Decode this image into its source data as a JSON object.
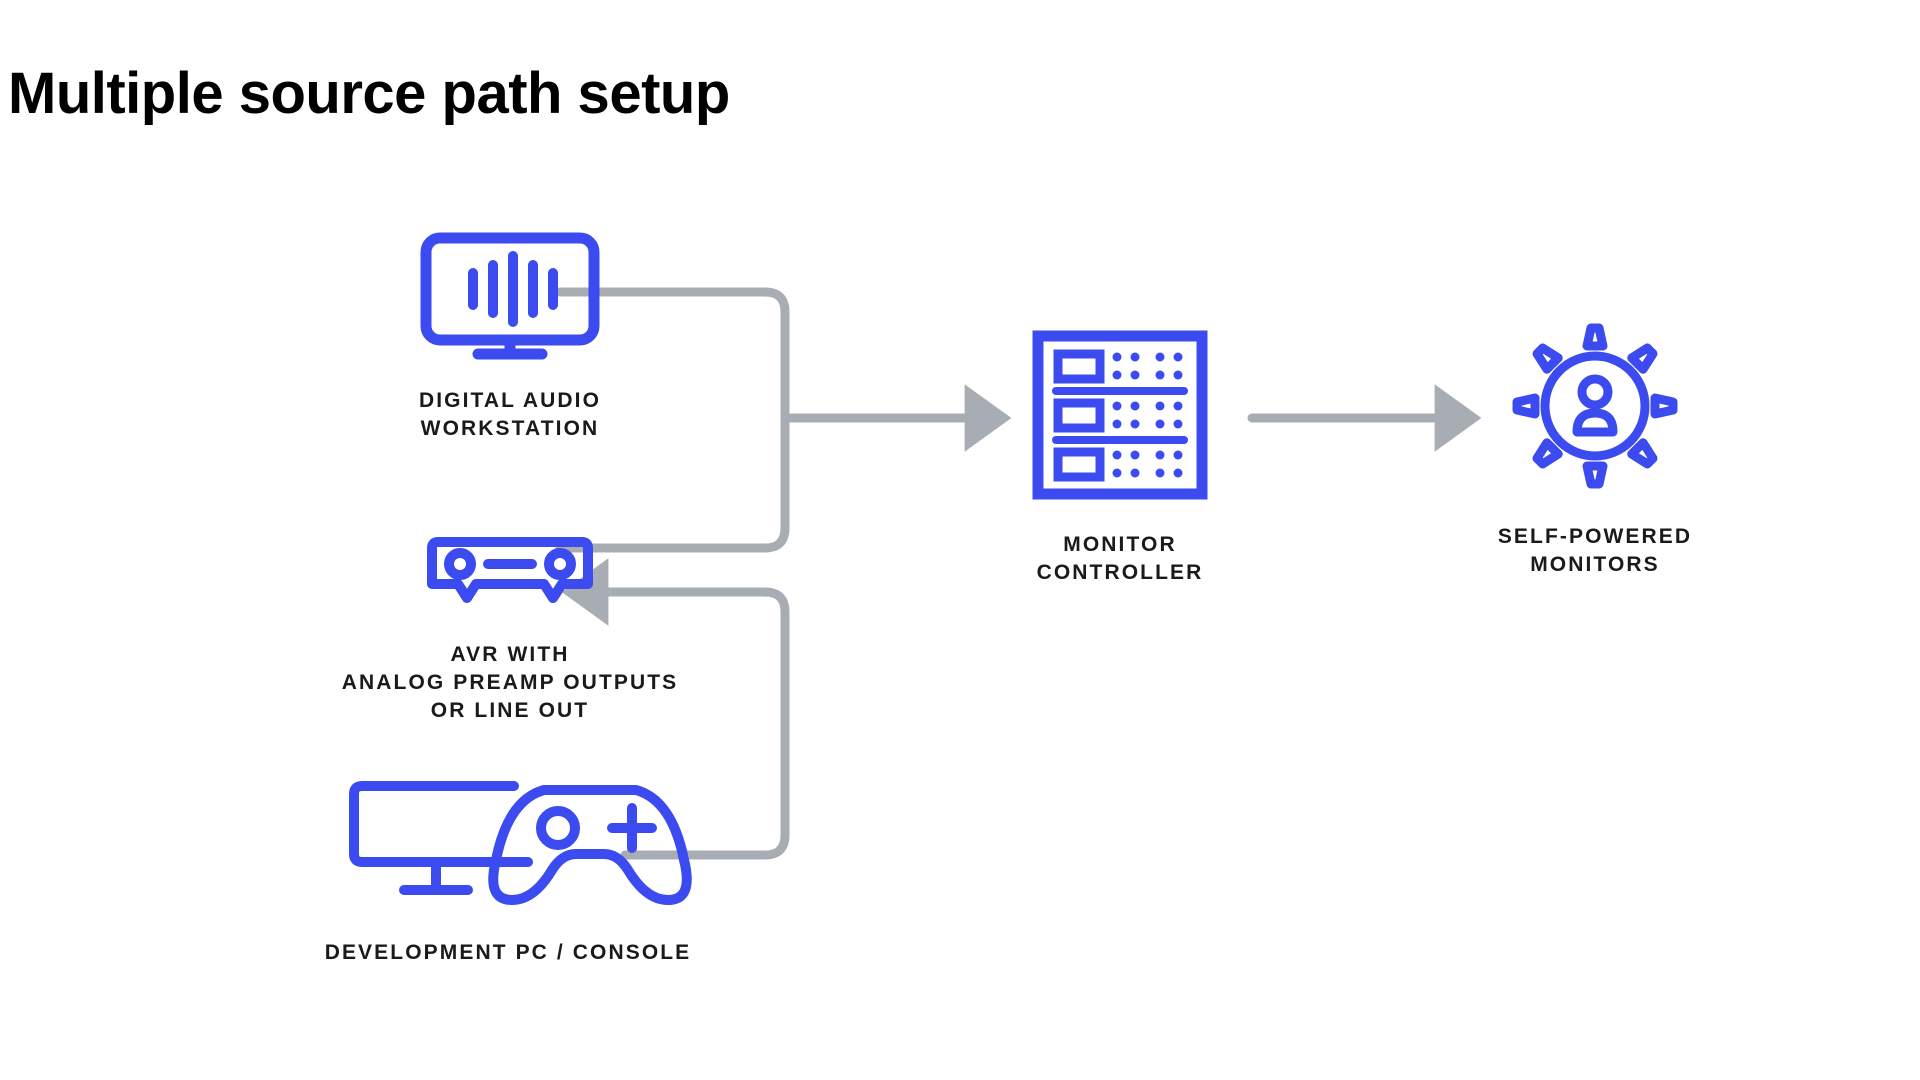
{
  "page": {
    "title": "Multiple source path setup",
    "background_color": "#ffffff"
  },
  "colors": {
    "icon_blue": "#3B4BF0",
    "connector_gray": "#A8ACB3",
    "text_black": "#1a1a1a",
    "title_black": "#000000"
  },
  "nodes": [
    {
      "id": "daw",
      "label": "DIGITAL AUDIO\nWORKSTATION",
      "icon": "monitor-waveform-icon"
    },
    {
      "id": "avr",
      "label": "AVR WITH\nANALOG PREAMP OUTPUTS\nOR LINE OUT",
      "icon": "av-receiver-icon"
    },
    {
      "id": "console",
      "label": "DEVELOPMENT PC / CONSOLE",
      "icon": "pc-gamepad-icon"
    },
    {
      "id": "controller",
      "label": "MONITOR\nCONTROLLER",
      "icon": "rack-unit-icon"
    },
    {
      "id": "monitors",
      "label": "SELF-POWERED\nMONITORS",
      "icon": "surround-speakers-icon"
    }
  ],
  "connectors": [
    {
      "id": "daw-to-bus",
      "from": "daw",
      "to": "controller",
      "arrow": false
    },
    {
      "id": "avr-to-bus",
      "from": "avr",
      "to": "controller",
      "arrow": false
    },
    {
      "id": "bus-to-controller",
      "from": "bus",
      "to": "controller",
      "arrow": true
    },
    {
      "id": "console-to-avr",
      "from": "console",
      "to": "avr",
      "arrow": true
    },
    {
      "id": "controller-to-monitors",
      "from": "controller",
      "to": "monitors",
      "arrow": true
    }
  ]
}
